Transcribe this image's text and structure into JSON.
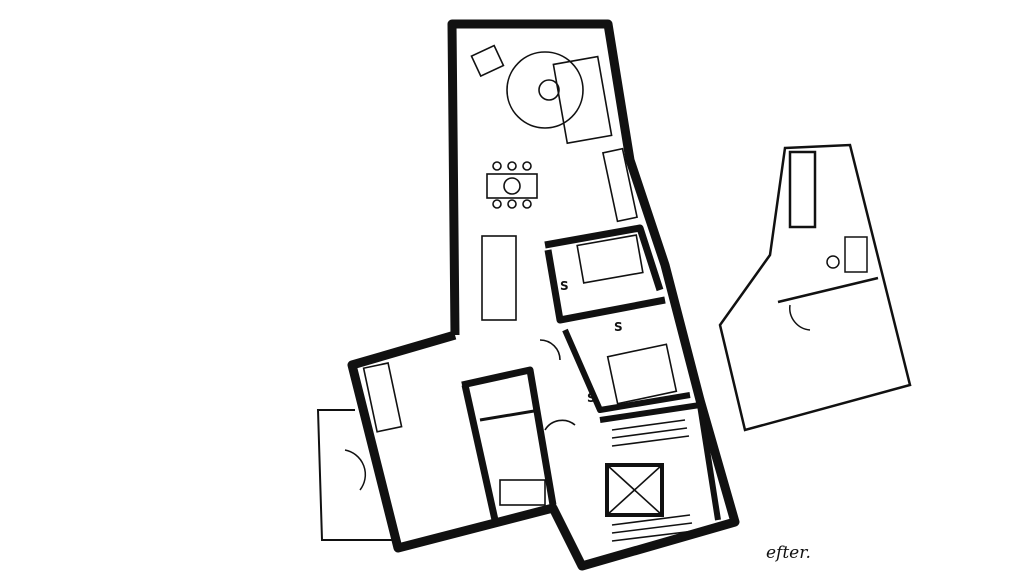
{
  "plan": {
    "note": "efter.",
    "room_labels": [
      "S",
      "S",
      "S"
    ],
    "colors": {
      "ink": "#111111",
      "paper": "#ffffff"
    }
  }
}
